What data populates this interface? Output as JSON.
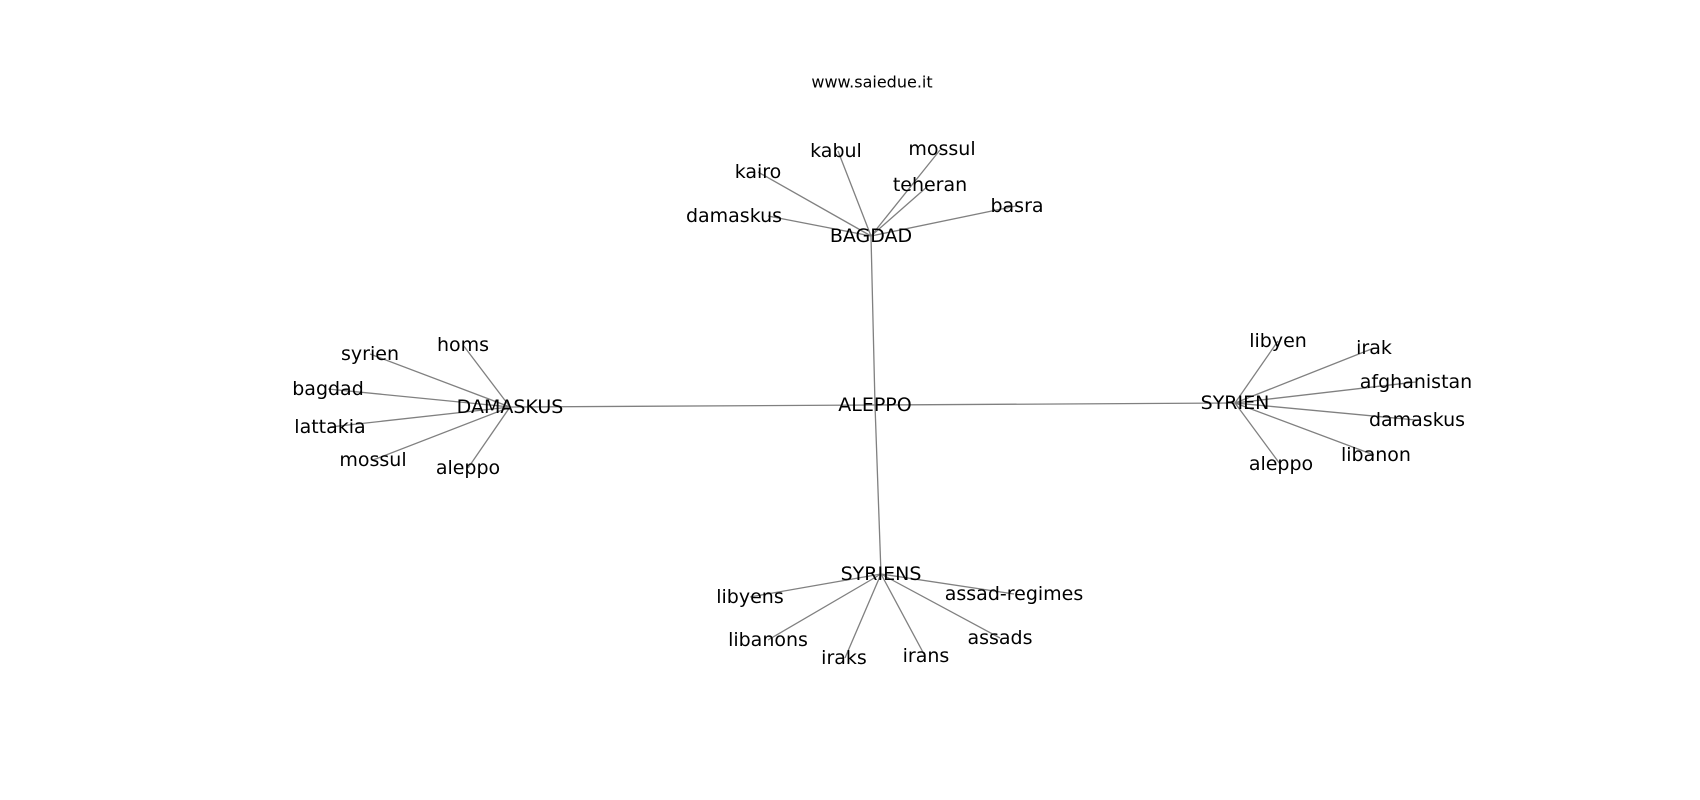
{
  "site": "www.saiedue.it",
  "center": "ALEPPO",
  "hubs": [
    {
      "id": "bagdad",
      "label": "BAGDAD",
      "leaves": [
        "kabul",
        "mossul",
        "kairo",
        "teheran",
        "damaskus",
        "basra"
      ]
    },
    {
      "id": "damaskus",
      "label": "DAMASKUS",
      "leaves": [
        "syrien",
        "homs",
        "bagdad",
        "lattakia",
        "mossul",
        "aleppo"
      ]
    },
    {
      "id": "syrien",
      "label": "SYRIEN",
      "leaves": [
        "libyen",
        "irak",
        "afghanistan",
        "damaskus",
        "libanon",
        "aleppo"
      ]
    },
    {
      "id": "syriens",
      "label": "SYRIENS",
      "leaves": [
        "libyens",
        "assad-regimes",
        "libanons",
        "assads",
        "iraks",
        "irans"
      ]
    }
  ],
  "colors": {
    "edge": "#808080",
    "text": "#000000",
    "background": "#ffffff"
  }
}
